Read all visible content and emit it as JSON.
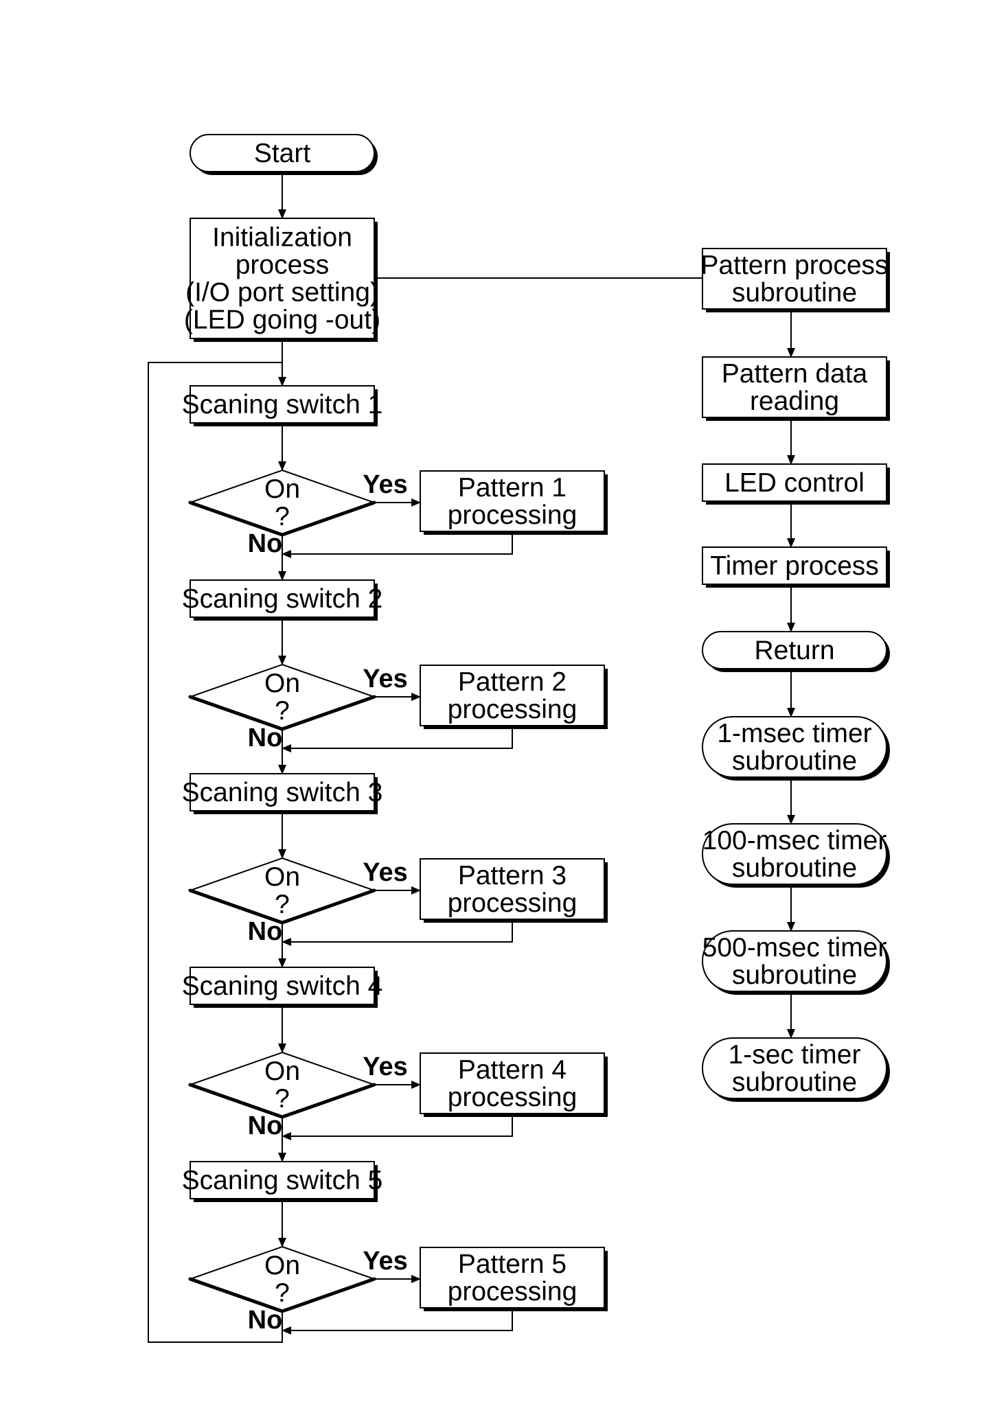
{
  "main_flow": {
    "start": "Start",
    "init": [
      "Initialization",
      "process",
      "(I/O port setting)",
      "(LED going -out)"
    ],
    "switch_label": [
      "Scaning switch 1",
      "Scaning switch 2",
      "Scaning switch 3",
      "Scaning switch 4",
      "Scaning switch 5"
    ],
    "decision": [
      "On",
      "?"
    ],
    "yes": "Yes",
    "no": "No",
    "pattern": [
      [
        "Pattern 1",
        "processing"
      ],
      [
        "Pattern 2",
        "processing"
      ],
      [
        "Pattern 3",
        "processing"
      ],
      [
        "Pattern 4",
        "processing"
      ],
      [
        "Pattern 5",
        "processing"
      ]
    ]
  },
  "subroutine_flow": {
    "pattern_process": [
      "Pattern process",
      "subroutine"
    ],
    "pattern_data": [
      "Pattern data",
      "reading"
    ],
    "led_control": "LED control",
    "timer_process": "Timer process",
    "return": "Return",
    "timers": [
      [
        "1-msec timer",
        "subroutine"
      ],
      [
        "100-msec timer",
        "subroutine"
      ],
      [
        "500-msec timer",
        "subroutine"
      ],
      [
        "1-sec timer",
        "subroutine"
      ]
    ]
  }
}
